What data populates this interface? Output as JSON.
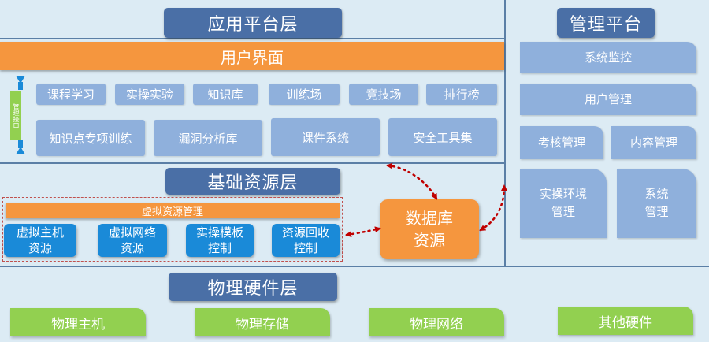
{
  "application_layer": {
    "title": "应用平台层",
    "user_interface": "用户界面",
    "row1": [
      "课程学习",
      "实操实验",
      "知识库",
      "训练场",
      "竞技场",
      "排行榜"
    ],
    "row2": [
      "知识点专项训练",
      "漏洞分析库",
      "课件系统",
      "安全工具集"
    ],
    "side_label": "管理接口"
  },
  "base_layer": {
    "title": "基础资源层",
    "virtual_management": "虚拟资源管理",
    "items": [
      {
        "line1": "虚拟主机",
        "line2": "资源"
      },
      {
        "line1": "虚拟网络",
        "line2": "资源"
      },
      {
        "line1": "实操模板",
        "line2": "控制"
      },
      {
        "line1": "资源回收",
        "line2": "控制"
      }
    ],
    "database": {
      "line1": "数据库",
      "line2": "资源"
    }
  },
  "management_platform": {
    "title": "管理平台",
    "system_monitor": "系统监控",
    "user_management": "用户管理",
    "assessment_management": "考核管理",
    "content_management": "内容管理",
    "lab_env": {
      "line1": "实操环境",
      "line2": "管理"
    },
    "system_management": {
      "line1": "系统",
      "line2": "管理"
    }
  },
  "hardware_layer": {
    "title": "物理硬件层",
    "items": [
      "物理主机",
      "物理存储",
      "物理网络",
      "其他硬件"
    ]
  },
  "colors": {
    "background": "#dcebf4",
    "title_blue": "#4a6fa6",
    "orange": "#f5963e",
    "tile_blue": "#8fb0dc",
    "box_blue": "#1a8ad8",
    "green": "#92d050",
    "arrow_red": "#c00000"
  }
}
